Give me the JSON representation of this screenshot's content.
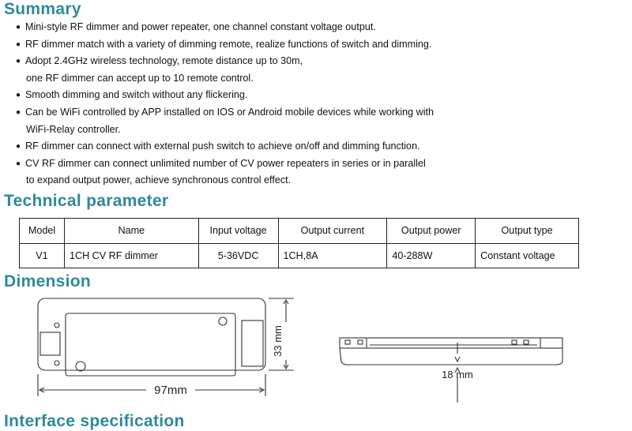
{
  "headings": {
    "summary": "Summary",
    "technical": "Technical parameter",
    "dimension": "Dimension",
    "interface": "Interface specification"
  },
  "bullet_symbol": "●",
  "summary": [
    {
      "line1": "Mini-style RF dimmer and power repeater, one channel constant voltage output.",
      "line2": ""
    },
    {
      "line1": "RF dimmer match with a variety of dimming remote, realize functions of switch and dimming.",
      "line2": ""
    },
    {
      "line1": "Adopt 2.4GHz wireless technology, remote distance up to 30m,",
      "line2": "one RF dimmer can accept up to 10 remote control."
    },
    {
      "line1": "Smooth dimming and switch without any flickering.",
      "line2": ""
    },
    {
      "line1": "Can be WiFi controlled by APP installed on IOS or Android mobile devices while working with",
      "line2": "WiFi-Relay controller."
    },
    {
      "line1": "RF dimmer can connect with external push switch to achieve on/off and dimming function.",
      "line2": ""
    },
    {
      "line1": "CV RF dimmer can connect unlimited number of CV power repeaters in series or in parallel",
      "line2": "to expand output power, achieve synchronous control effect."
    }
  ],
  "table": {
    "headers": [
      "Model",
      "Name",
      "Input voltage",
      "Output current",
      "Output power",
      "Output type"
    ],
    "rows": [
      [
        "V1",
        "1CH CV RF dimmer",
        "5-36VDC",
        "1CH,8A",
        "40-288W",
        "Constant voltage"
      ]
    ]
  },
  "dimensions": {
    "length": "97mm",
    "width": "33 mm",
    "height": "18 mm"
  }
}
